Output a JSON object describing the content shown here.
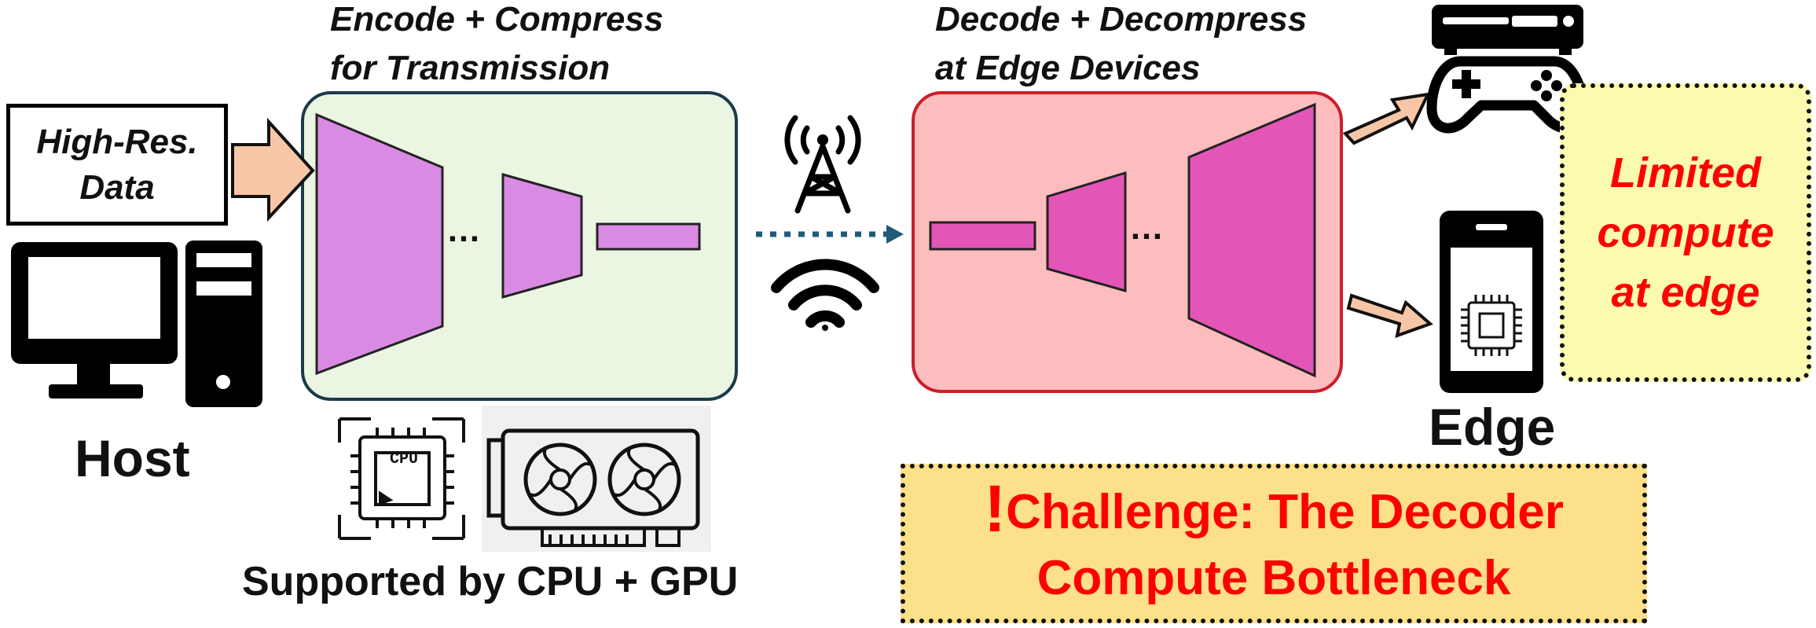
{
  "encoder": {
    "title_line1": "Encode + Compress",
    "title_line2": "for Transmission"
  },
  "decoder": {
    "title_line1": "Decode + Decompress",
    "title_line2": "at Edge Devices"
  },
  "input_box": {
    "line1": "High-Res.",
    "line2": "Data"
  },
  "host_label": "Host",
  "hardware_label": "Supported by CPU + GPU",
  "cpu_text": "CPU",
  "ellipsis": "…",
  "edge_label": "Edge",
  "limited_box": {
    "line1": "Limited",
    "line2": "compute",
    "line3": "at edge"
  },
  "challenge_box": {
    "mark": "!",
    "line1": "Challenge: The Decoder",
    "line2": "Compute Bottleneck"
  },
  "icons": [
    "desktop-computer-icon",
    "cell-tower-icon",
    "wifi-icon",
    "cpu-chip-icon",
    "gpu-card-icon",
    "game-controller-icon",
    "console-icon",
    "smartphone-icon"
  ],
  "colors": {
    "encoder_bg": "#eaf5e2",
    "encoder_shape": "#d98be3",
    "decoder_bg": "#fdbcbd",
    "decoder_shape": "#e455b8",
    "arrow": "#f7c6a6",
    "link": "#1f5a7a",
    "limited_bg": "#fbfbb0",
    "challenge_bg": "#fde08a",
    "highlight_text": "#ff0000"
  }
}
